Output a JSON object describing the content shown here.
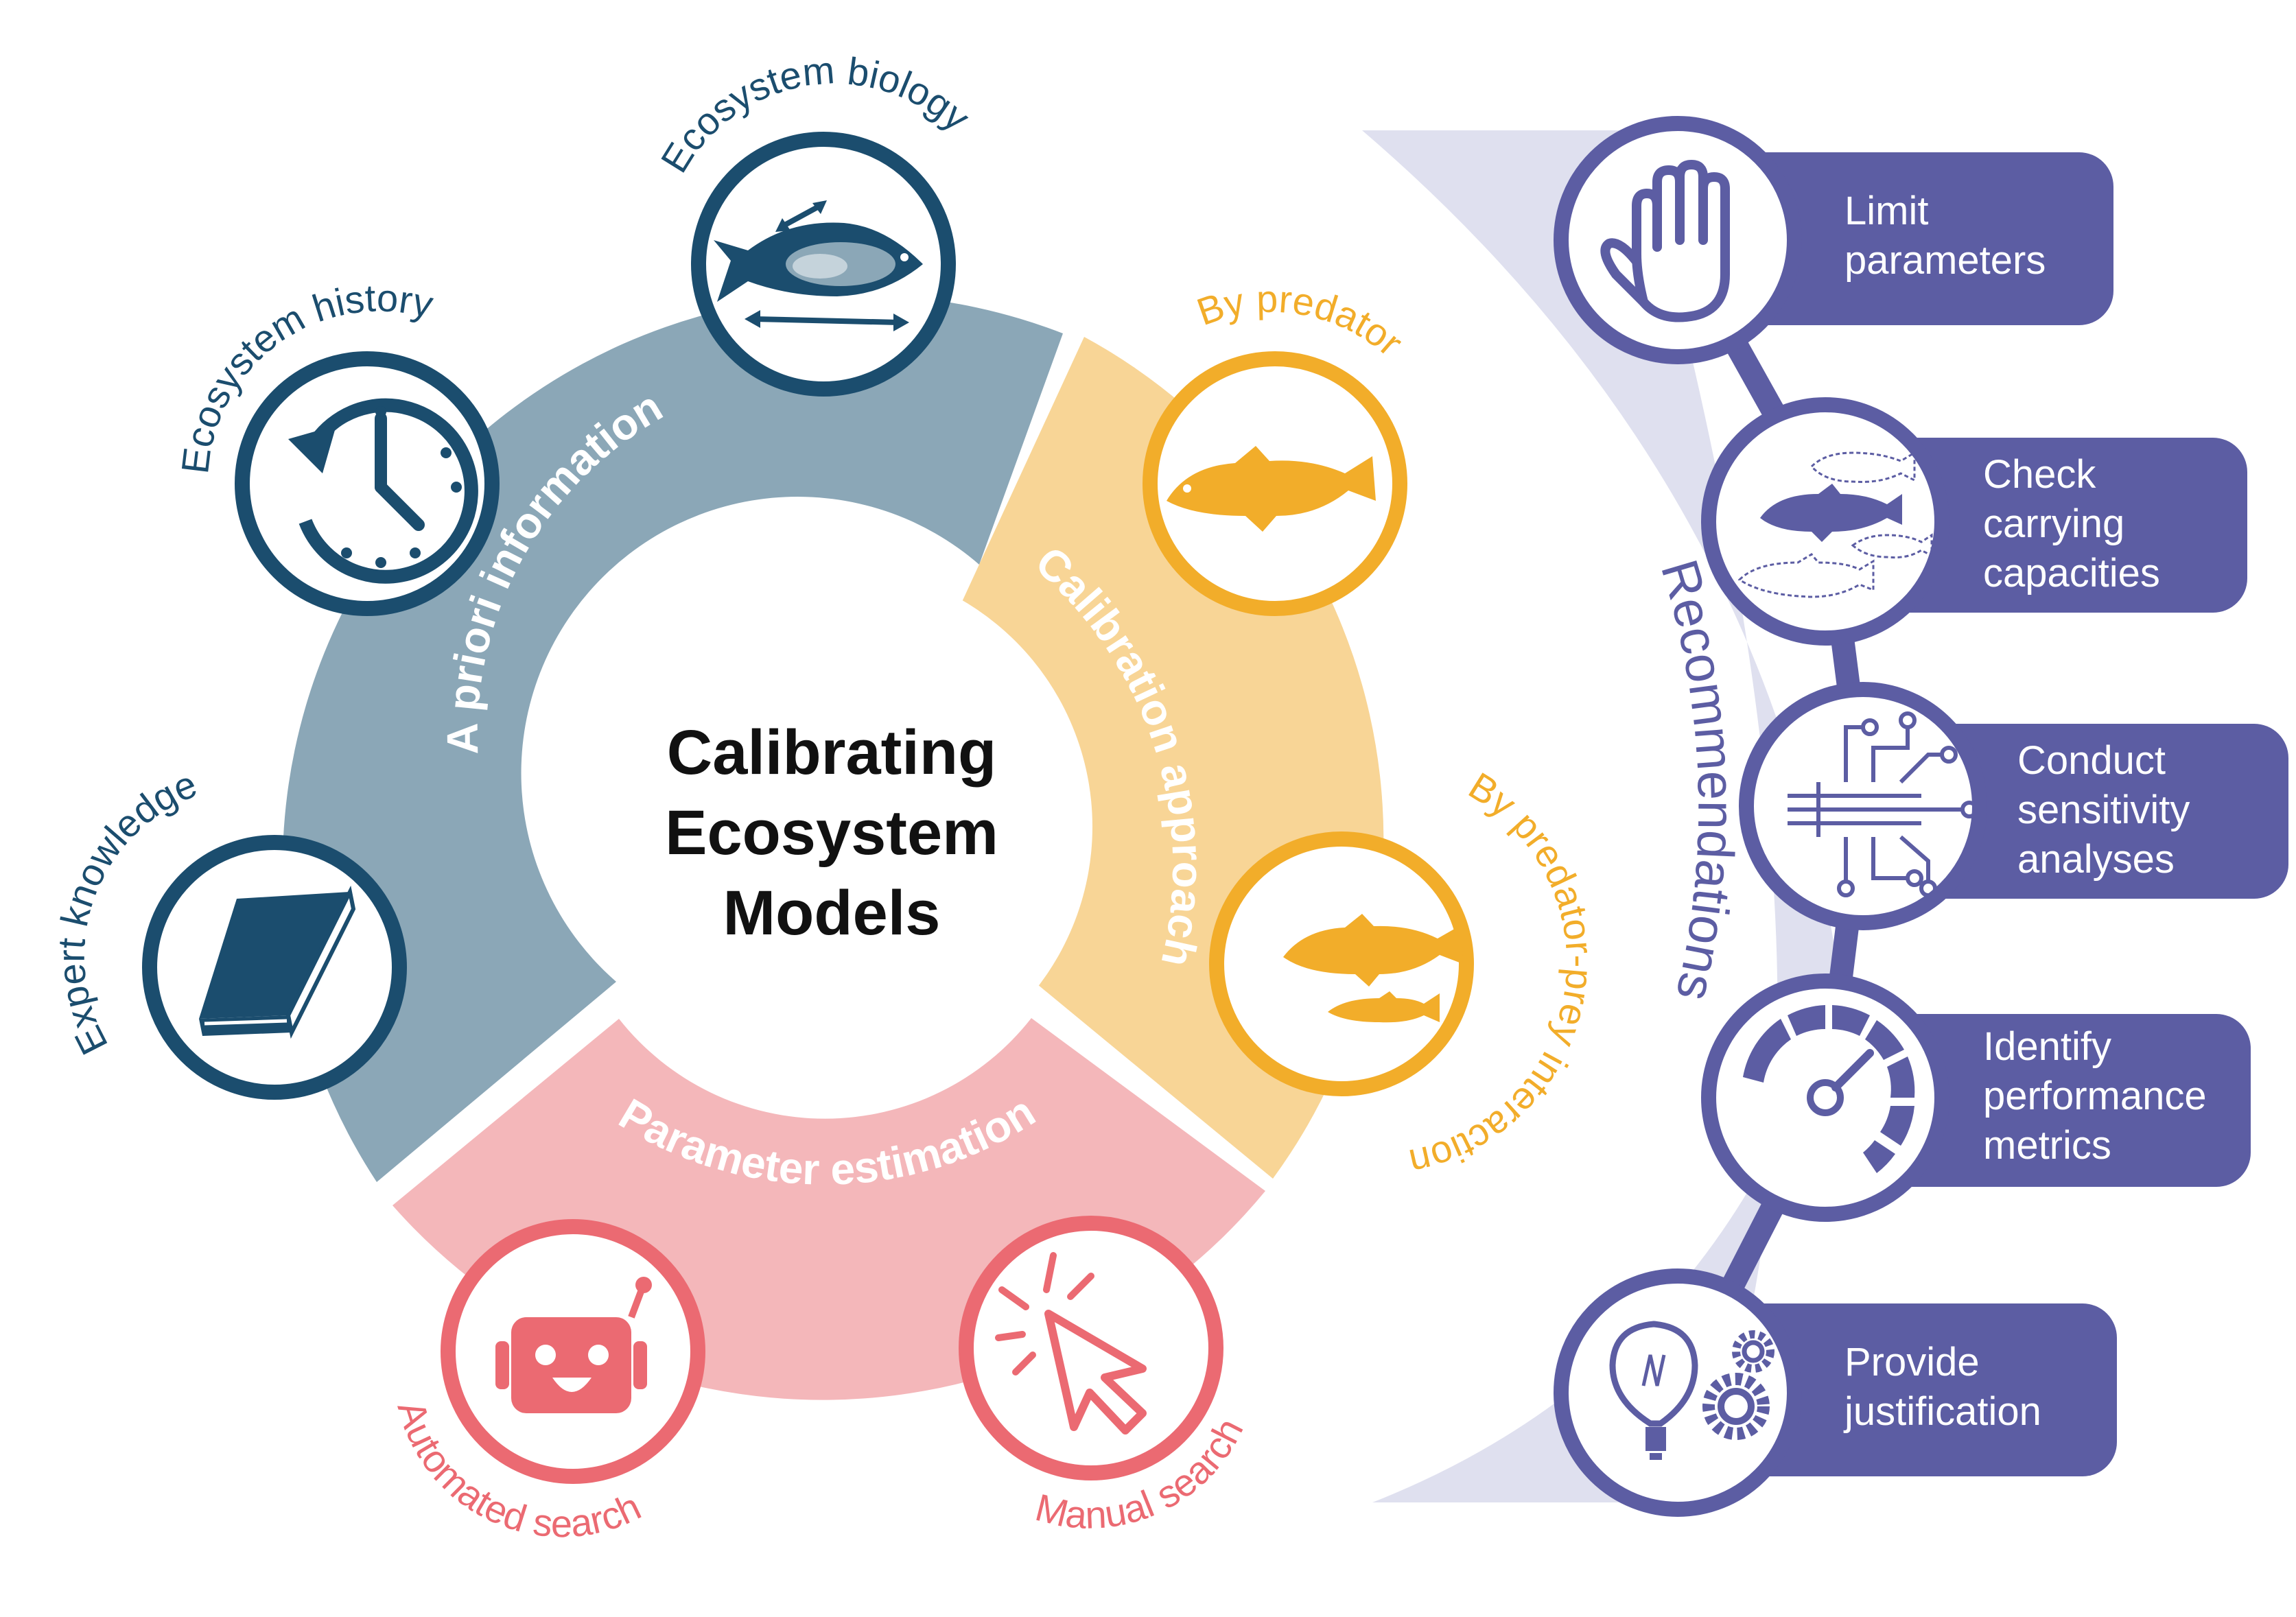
{
  "title": {
    "line1": "Calibrating",
    "line2": "Ecosystem",
    "line3": "Models"
  },
  "colors": {
    "navy": "#1b4d6e",
    "steel": "#8ba7b7",
    "amber": "#f2ad2a",
    "amber_light": "#f8d596",
    "coral": "#eb6a72",
    "pink": "#f4b7ba",
    "purple": "#5c5da3",
    "lavender": "#dfe0ef"
  },
  "segments": {
    "apriori": "A priori information",
    "calibration": "Calibration approach",
    "parameter": "Parameter estimation"
  },
  "nodes": {
    "ecosystem_biology": {
      "label": "Ecosystem biology",
      "icon": "fish-anatomy-icon"
    },
    "ecosystem_history": {
      "label": "Ecosystem history",
      "icon": "history-clock-icon"
    },
    "expert_knowledge": {
      "label": "Expert knowledge",
      "icon": "book-icon"
    },
    "by_predator": {
      "label": "By predator",
      "icon": "fish-icon"
    },
    "by_predator_prey": {
      "label": "By predator-prey interaction",
      "icon": "predator-prey-fish-icon"
    },
    "automated_search": {
      "label": "Automated search",
      "icon": "robot-icon"
    },
    "manual_search": {
      "label": "Manual search",
      "icon": "cursor-click-icon"
    }
  },
  "recommendations": {
    "heading": "Recommendations",
    "items": [
      {
        "lines": [
          "Limit",
          "parameters"
        ],
        "icon": "hand-stop-icon"
      },
      {
        "lines": [
          "Check",
          "carrying",
          "capacities"
        ],
        "icon": "fish-outlines-icon"
      },
      {
        "lines": [
          "Conduct",
          "sensitivity",
          "analyses"
        ],
        "icon": "circuit-icon"
      },
      {
        "lines": [
          "Identify",
          "performance",
          "metrics"
        ],
        "icon": "gauge-icon"
      },
      {
        "lines": [
          "Provide",
          "justification"
        ],
        "icon": "lightbulb-gears-icon"
      }
    ]
  }
}
